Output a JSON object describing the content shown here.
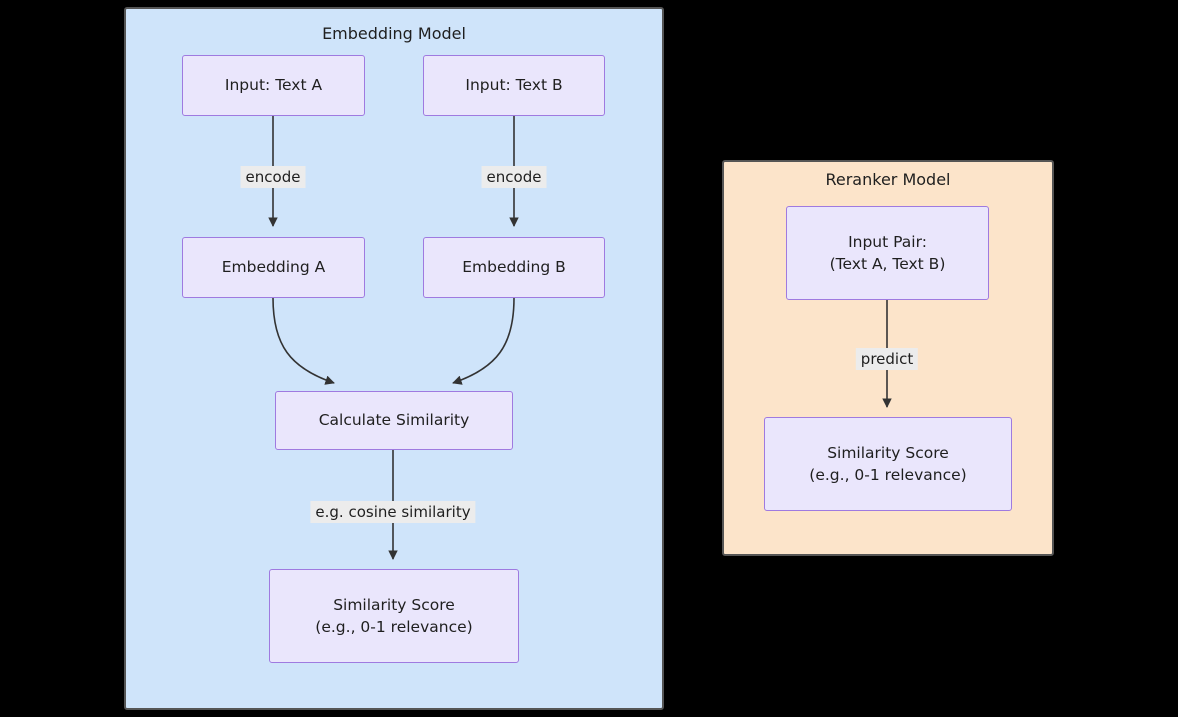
{
  "background": "#000000",
  "colors": {
    "embedding_panel_fill": "#cfe4fa",
    "reranker_panel_fill": "#fce4ca",
    "panel_border": "#555555",
    "node_fill": "#eae6fc",
    "node_border": "#9f7ae0",
    "edge_stroke": "#333333",
    "label_background": "#ececec",
    "text": "#1f1f1f"
  },
  "panels": [
    {
      "id": "embedding",
      "title": "Embedding Model"
    },
    {
      "id": "reranker",
      "title": "Reranker Model"
    }
  ],
  "nodes": {
    "input_a": {
      "line1": "Input: Text A"
    },
    "input_b": {
      "line1": "Input: Text B"
    },
    "embedding_a": {
      "line1": "Embedding A"
    },
    "embedding_b": {
      "line1": "Embedding B"
    },
    "calculate_similarity": {
      "line1": "Calculate Similarity"
    },
    "similarity_score_embedding": {
      "line1": "Similarity Score",
      "line2": "(e.g., 0-1 relevance)"
    },
    "input_pair": {
      "line1": "Input Pair:",
      "line2": "(Text A, Text B)"
    },
    "similarity_score_reranker": {
      "line1": "Similarity Score",
      "line2": "(e.g., 0-1 relevance)"
    }
  },
  "edge_labels": {
    "encode_a": "encode",
    "encode_b": "encode",
    "cosine": "e.g. cosine similarity",
    "predict": "predict"
  }
}
